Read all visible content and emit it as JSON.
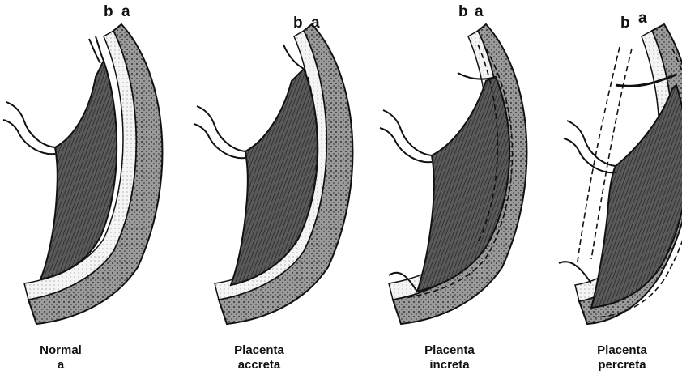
{
  "panels": [
    {
      "id": "normal",
      "label_line1": "Normal",
      "label_line2": "a",
      "layer_b": "b",
      "layer_a": "a"
    },
    {
      "id": "accreta",
      "label_line1": "Placenta",
      "label_line2": "accreta",
      "layer_b": "b",
      "layer_a": "a"
    },
    {
      "id": "increta",
      "label_line1": "Placenta",
      "label_line2": "increta",
      "layer_b": "b",
      "layer_a": "a"
    },
    {
      "id": "percreta",
      "label_line1": "Placenta",
      "label_line2": "percreta",
      "layer_b": "b",
      "layer_a": "a"
    }
  ],
  "colors": {
    "ink": "#111111",
    "placenta_fill": "#5a5a5a",
    "decidua_fill": "#f4f4f4",
    "myometrium_fill": "#8a8a8a",
    "serosa_fill": "#6e6e6e"
  }
}
